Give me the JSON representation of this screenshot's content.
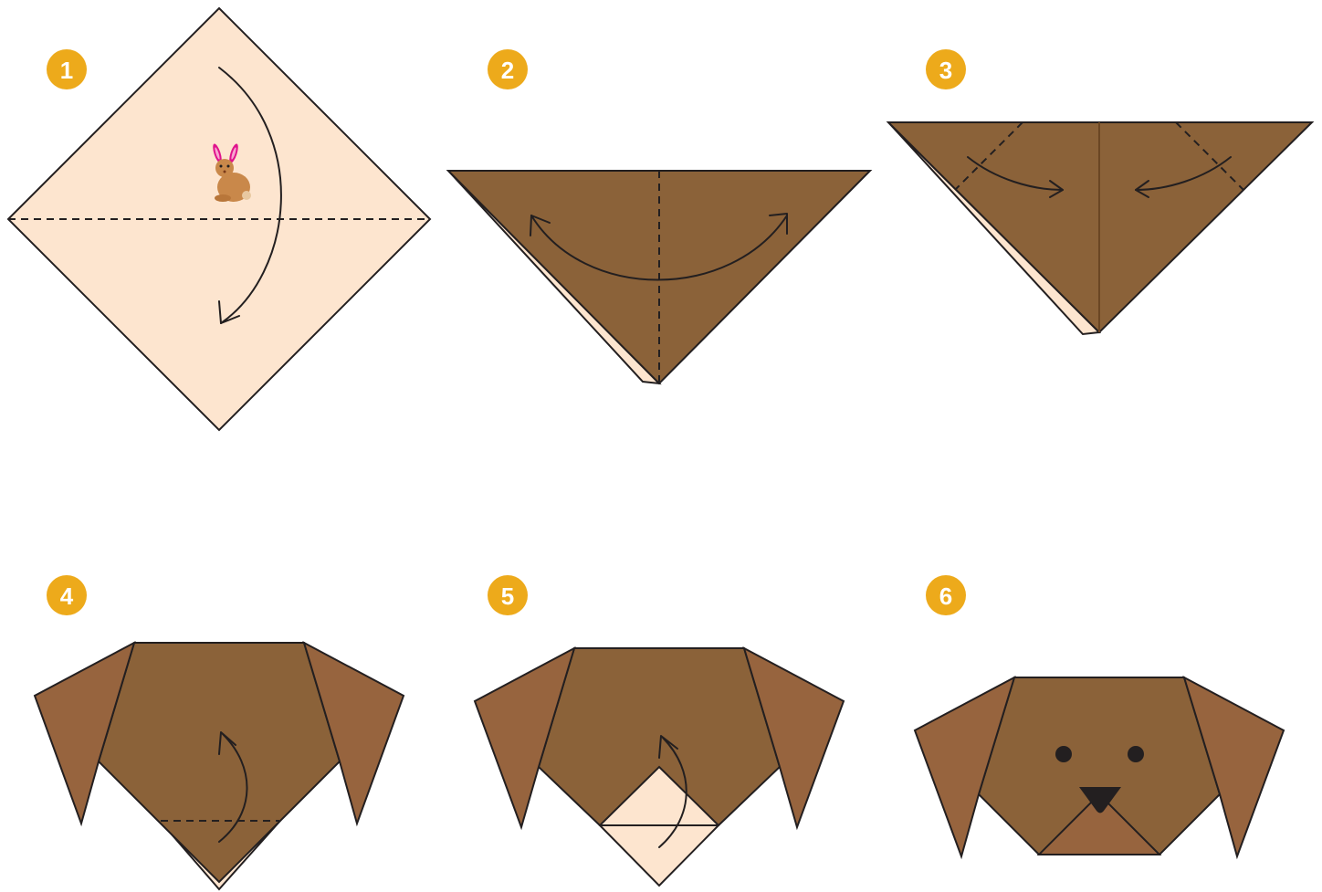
{
  "diagram": {
    "steps": [
      {
        "number": "1"
      },
      {
        "number": "2"
      },
      {
        "number": "3"
      },
      {
        "number": "4"
      },
      {
        "number": "5"
      },
      {
        "number": "6"
      }
    ]
  },
  "colors": {
    "badge": "#edaa1b",
    "paper_front": "#fde5cf",
    "paper_back": "#8b6239",
    "ear": "#97643e",
    "line": "#231f20",
    "bunny_body": "#c9884a",
    "bunny_ear": "#e0138c"
  }
}
